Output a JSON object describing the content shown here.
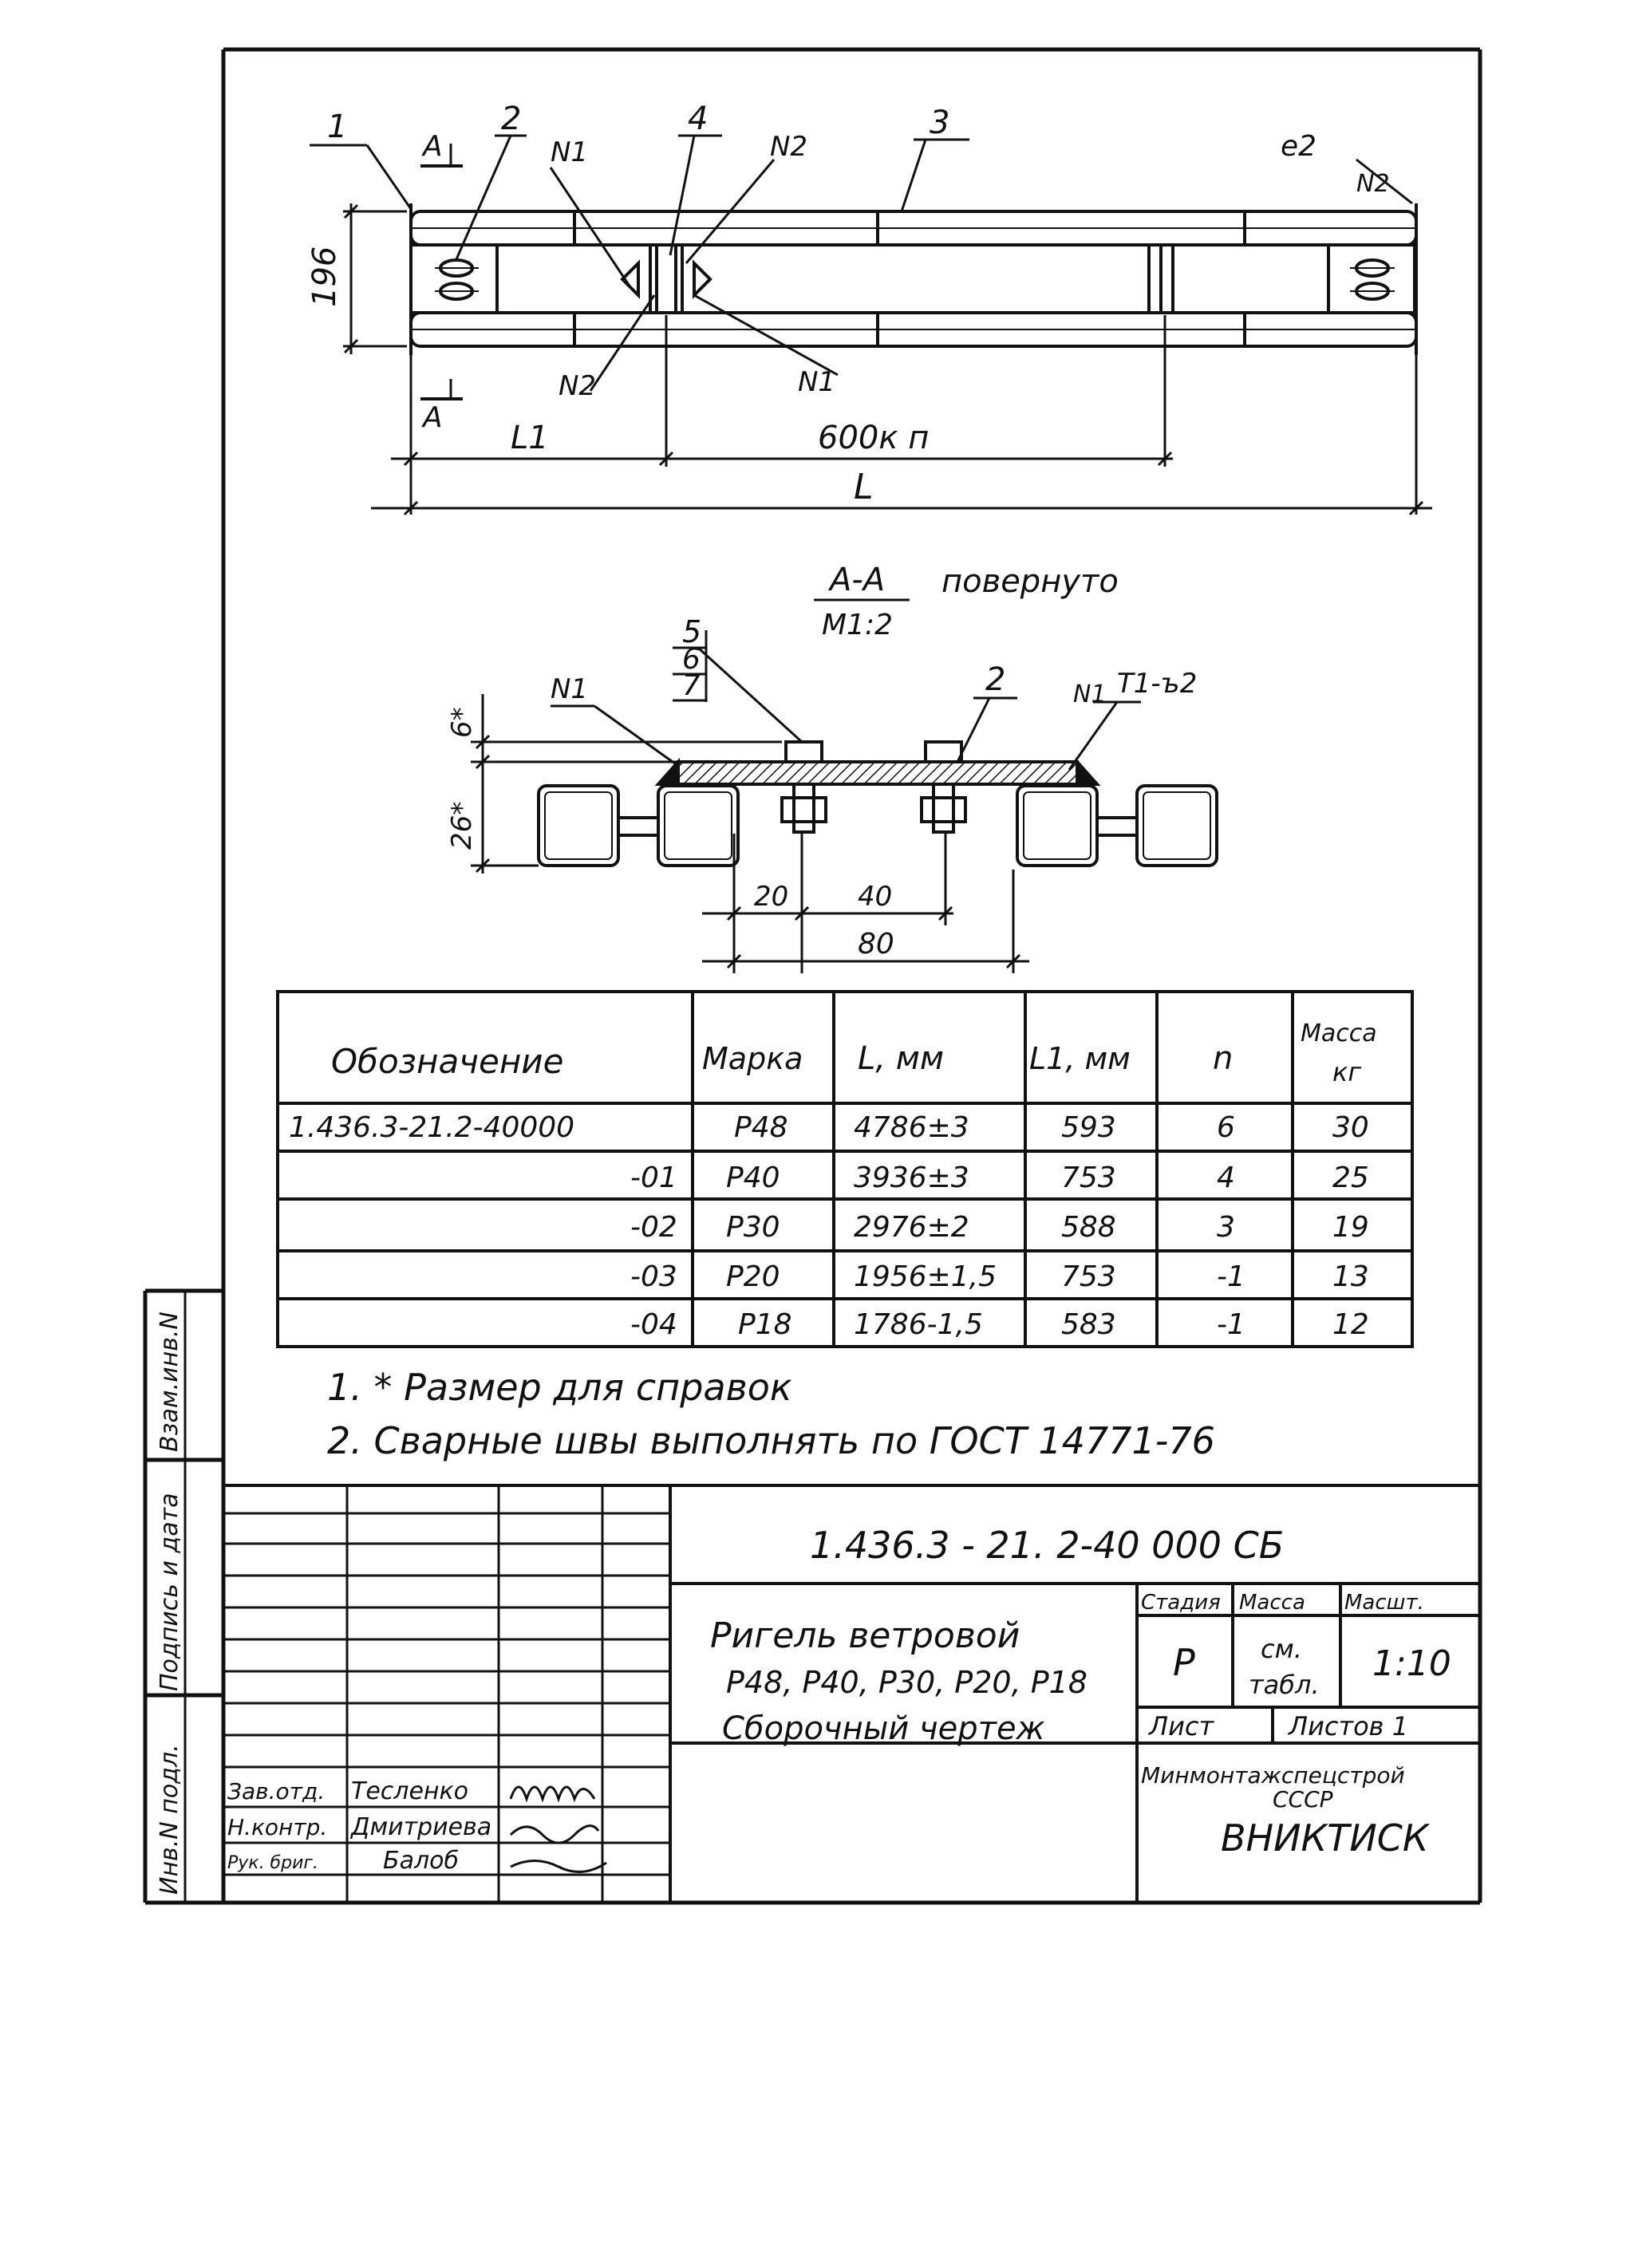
{
  "drawing": {
    "callouts": {
      "c1": "1",
      "c2": "2",
      "c3": "3",
      "c4": "4",
      "c5": "5",
      "c6": "6",
      "c7": "7",
      "section_mark": "A",
      "n1": "N1",
      "n2": "N2",
      "e2": "e2",
      "t1": "T1-ъ2"
    },
    "dims": {
      "d196": "196",
      "l1": "L1",
      "pitch": "600к п",
      "l": "L",
      "d6": "6*",
      "d26": "26*",
      "d20": "20",
      "d40": "40",
      "d80": "80"
    },
    "section": {
      "title": "А-А",
      "rotated": "повернуто",
      "scale": "М1:2"
    }
  },
  "spec_table": {
    "headers": {
      "designation": "Обозначение",
      "mark": "Марка",
      "length": "L, мм",
      "l1": "L1, мм",
      "n": "n",
      "mass_1": "Масса",
      "mass_2": "кг"
    },
    "rows": [
      {
        "designation": "1.436.3-21.2-40000",
        "mark": "Р48",
        "length": "4786±3",
        "l1": "593",
        "n": "6",
        "mass": "30"
      },
      {
        "designation": "-01",
        "mark": "Р40",
        "length": "3936±3",
        "l1": "753",
        "n": "4",
        "mass": "25"
      },
      {
        "designation": "-02",
        "mark": "Р30",
        "length": "2976±2",
        "l1": "588",
        "n": "3",
        "mass": "19"
      },
      {
        "designation": "-03",
        "mark": "Р20",
        "length": "1956±1,5",
        "l1": "753",
        "n": "-1",
        "mass": "13"
      },
      {
        "designation": "-04",
        "mark": "Р18",
        "length": "1786-1,5",
        "l1": "583",
        "n": "-1",
        "mass": "12"
      }
    ]
  },
  "notes": [
    "1. * Размер для справок",
    "2. Сварные швы выполнять по ГОСТ 14771-76"
  ],
  "side_labels": {
    "vzam": "Взам.инв.N",
    "podpis": "Подпись и дата",
    "inv": "Инв.N подл."
  },
  "title_block": {
    "code": "1.436.3 - 21. 2-40 000 СБ",
    "name_1": "Ригель ветровой",
    "name_2": "Р48, Р40, Р30, Р20, Р18",
    "name_3": "Сборочный чертеж",
    "stage_label": "Стадия",
    "mass_label": "Масса",
    "scale_label": "Масшт.",
    "stage": "Р",
    "mass_1": "см.",
    "mass_2": "табл.",
    "scale": "1:10",
    "sheet": "Лист",
    "sheets": "Листов 1",
    "org_1": "Минмонтажспецстрой",
    "org_2": "СССР",
    "org_3": "ВНИКТИСК",
    "signatures": [
      {
        "role": "Зав.отд.",
        "name": "Тесленко"
      },
      {
        "role": "Н.контр.",
        "name": "Дмитриева"
      },
      {
        "role": "Рук. бриг.",
        "name": "Балоб"
      }
    ]
  }
}
